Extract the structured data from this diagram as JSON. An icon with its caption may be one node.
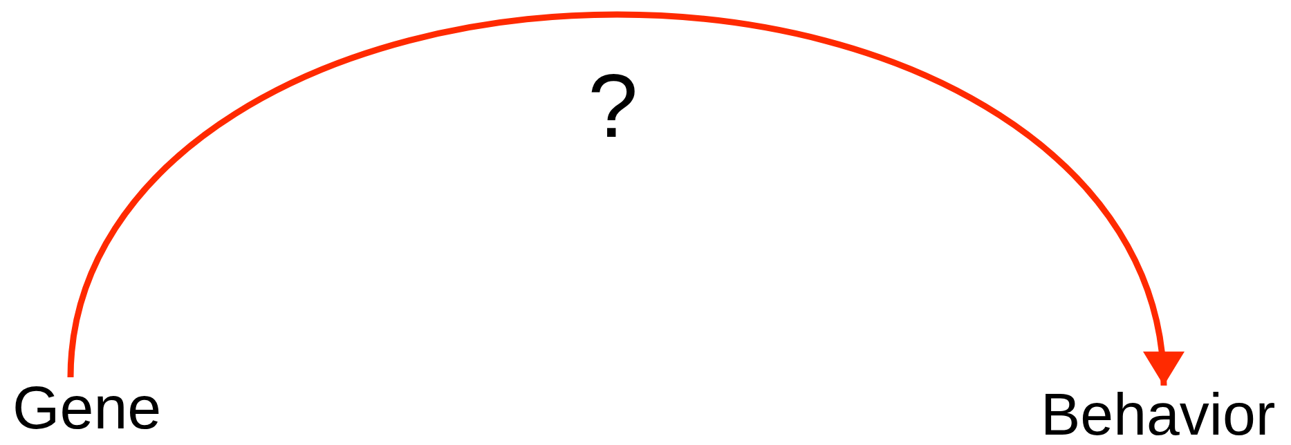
{
  "diagram": {
    "nodes": [
      {
        "text": [
          "Gene"
        ]
      },
      {
        "text": [
          "Behavior"
        ]
      }
    ],
    "edges": [
      {
        "from": 0,
        "to": 1,
        "label": "?",
        "arrow": "to",
        "color": "#ff2a00"
      }
    ]
  }
}
